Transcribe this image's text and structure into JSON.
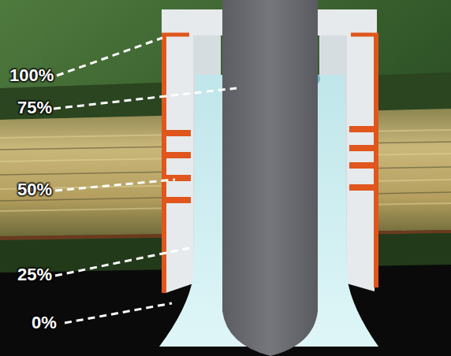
{
  "diagram": {
    "labels": [
      "100%",
      "75%",
      "50%",
      "25%",
      "0%"
    ]
  }
}
